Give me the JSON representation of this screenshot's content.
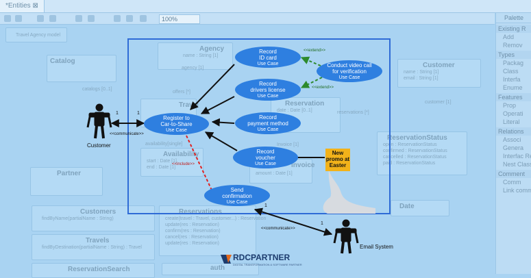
{
  "tab": {
    "label": "*Entities ⊠"
  },
  "toolbar": {
    "zoom": "100%"
  },
  "palette": {
    "title": "Palette",
    "sections": [
      {
        "label": "Existing R",
        "items": [
          "Add",
          "Remov"
        ]
      },
      {
        "label": "Types",
        "items": [
          "Packag",
          "Class",
          "Interfa",
          "Enume"
        ]
      },
      {
        "label": "Features",
        "items": [
          "Prop",
          "Operati",
          "Literal"
        ]
      },
      {
        "label": "Relations",
        "items": [
          "Associ",
          "Genera",
          "Interfac Realiza",
          "Nest Classifi"
        ]
      },
      {
        "label": "Comment",
        "items": [
          "Comm",
          "Link comme"
        ]
      }
    ]
  },
  "background": {
    "note": "Travel Agency model",
    "entities": [
      {
        "title": "Catalog",
        "rows": []
      },
      {
        "title": "Agency",
        "rows": [
          "name : String [1]"
        ]
      },
      {
        "title": "Travel",
        "rows": []
      },
      {
        "title": "Availability",
        "rows": [
          "start : Date [1]",
          "end : Date [1]"
        ]
      },
      {
        "title": "Partner",
        "rows": []
      },
      {
        "title": "Customers",
        "rows": [
          "findByName(partialName : String)"
        ]
      },
      {
        "title": "Travels",
        "rows": [
          "findByDestination(partialName : String) : Travel"
        ]
      },
      {
        "title": "ReservationSearch",
        "rows": []
      },
      {
        "title": "Reservations",
        "rows": [
          "create(travel : Travel, customer...) : Reservation",
          "update(res : Reservation)",
          "confirm(res : Reservation)",
          "cancel(res : Reservation)",
          "update(res : Reservation)"
        ]
      },
      {
        "title": "auth",
        "rows": []
      },
      {
        "title": "Customer",
        "rows": [
          "name : String [1]",
          "email : String [1]"
        ]
      },
      {
        "title": "Reservation",
        "rows": [
          "date : Date [0..1]"
        ]
      },
      {
        "title": "ReservationStatus",
        "rows": [
          "open : ReservationStatus",
          "confirmed : ReservationStatus",
          "cancelled : ReservationStatus",
          "paid : ReservationStatus"
        ]
      },
      {
        "title": "Date",
        "rows": []
      },
      {
        "title": "Invoice",
        "rows": [
          "amount : Date [1]"
        ]
      }
    ],
    "labels": [
      "catalogs [0..1]",
      "agency [1]",
      "offers [*]",
      "availability[single]",
      "reservations [*]",
      "customer [1]",
      "Invoice [1]"
    ]
  },
  "diagram": {
    "use_cases": [
      {
        "name": "Record\nID card",
        "stereotype": "Use Case"
      },
      {
        "name": "Conduct video call\nfor verification",
        "stereotype": "Use Case"
      },
      {
        "name": "Record\ndrivers license",
        "stereotype": "Use Case"
      },
      {
        "name": "Register to\nCar-to-Share",
        "stereotype": "Use Case"
      },
      {
        "name": "Record\npayment method",
        "stereotype": "Use Case"
      },
      {
        "name": "Record\nvoucher",
        "stereotype": "Use Case"
      },
      {
        "name": "Send\nconfirmation",
        "stereotype": "Use Case"
      }
    ],
    "note": "New\npromo at\nEaster",
    "relations": {
      "extend_1": "<<extend>>",
      "extend_2": "<<extend>>",
      "include": "<<include>>",
      "communicate_1": "<<communicate>>",
      "communicate_2": "<<communicate>>"
    },
    "multiplicities": {
      "c_left": "1",
      "c_right": "1",
      "e_top": "1",
      "e_bottom": "1"
    },
    "actors": [
      {
        "name": "Customer"
      },
      {
        "name": "Email System"
      }
    ],
    "colors": {
      "use_case": "#2e7fe0",
      "frame": "#2f6bd6",
      "extend": "#2d8a2d",
      "include": "#e02020",
      "note": "#f2b21a"
    }
  },
  "logo": {
    "name": "RDCPARTNER",
    "tagline": "DIGITAL TRANSFORMATION & SOFTWARE PARTNER"
  }
}
